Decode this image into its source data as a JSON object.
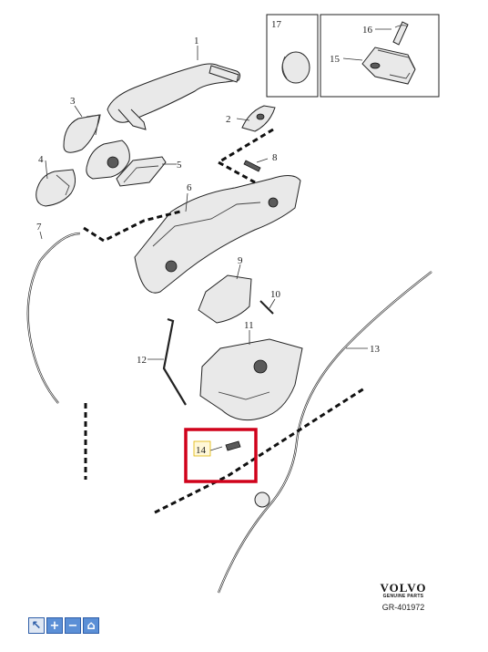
{
  "callouts": {
    "c1": "1",
    "c2": "2",
    "c3": "3",
    "c4": "4",
    "c5": "5",
    "c6": "6",
    "c7": "7",
    "c8": "8",
    "c9": "9",
    "c10": "10",
    "c11": "11",
    "c12": "12",
    "c13": "13",
    "c14": "14",
    "c15": "15",
    "c16": "16",
    "c17": "17"
  },
  "highlight": {
    "part": "14",
    "color": "#d0021b"
  },
  "logo": {
    "brand": "VOLVO",
    "sub": "GENUINE PARTS",
    "code": "GR-401972"
  },
  "toolbar": {
    "buttons": [
      {
        "name": "select-tool",
        "icon": "cursor-icon",
        "glyph": "↖"
      },
      {
        "name": "zoom-in",
        "icon": "plus-icon",
        "glyph": "+"
      },
      {
        "name": "zoom-out",
        "icon": "minus-icon",
        "glyph": "−"
      },
      {
        "name": "home",
        "icon": "home-icon",
        "glyph": "⌂"
      }
    ],
    "accent": "#5b8fd6"
  }
}
